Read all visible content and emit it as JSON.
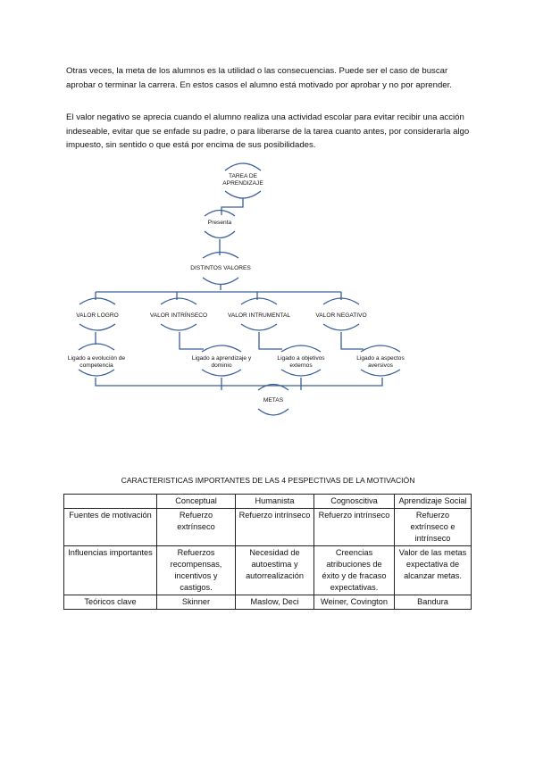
{
  "paragraphs": [
    "Otras veces, la meta de los alumnos es la utilidad o las consecuencias. Puede ser el caso de buscar aprobar o terminar la carrera. En estos casos el alumno está motivado por aprobar y no por aprender.",
    "El valor negativo se aprecia cuando el alumno realiza una actividad escolar para evitar recibir una acción indeseable, evitar que se enfade su padre, o para liberarse de la tarea cuanto antes, por considerarla algo impuesto, sin sentido o que está por encima de sus posibilidades."
  ],
  "diagram": {
    "root": [
      "TAREA DE",
      "APRENDIZAJE"
    ],
    "link": "Presenta",
    "middle": "DISTINTOS VALORES",
    "values": [
      "VALOR LOGRO",
      "VALOR INTRÍNSECO",
      "VALOR INTRUMENTAL",
      "VALOR NEGATIVO"
    ],
    "details": [
      [
        "Ligado a evolución de",
        "competencia"
      ],
      [
        "Ligado a aprendizaje y",
        "dominio"
      ],
      [
        "Ligado a objetivos",
        "externos"
      ],
      [
        "Ligado a aspectos",
        "aversivos"
      ]
    ],
    "goal": "METAS"
  },
  "table": {
    "title": "CARACTERISTICAS IMPORTANTES DE LAS 4 PESPECTIVAS DE LA MOTIVACIÓN",
    "headers": [
      "",
      "Conceptual",
      "Humanista",
      "Cognoscitiva",
      "Aprendizaje Social"
    ],
    "rows": [
      [
        "Fuentes de motivación",
        "Refuerzo extrínseco",
        "Refuerzo intrínseco",
        "Refuerzo intrínseco",
        "Refuerzo extrínseco e intrínseco"
      ],
      [
        "Influencias importantes",
        "Refuerzos recompensas, incentivos y castigos.",
        "Necesidad de autoestima y autorrealización",
        "Creencias atribuciones de éxito y de fracaso expectativas.",
        "Valor de las metas expectativa de alcanzar metas."
      ],
      [
        "Teóricos clave",
        "Skinner",
        "Maslow, Deci",
        "Weiner, Covington",
        "Bandura"
      ]
    ]
  },
  "colors": {
    "connector": "#3a5f9a",
    "text": "#111111",
    "border": "#222222"
  }
}
